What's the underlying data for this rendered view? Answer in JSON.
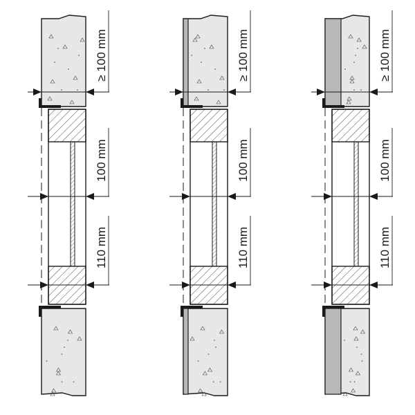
{
  "diagram": {
    "columns": [
      {
        "name": "concrete-wall",
        "labels": {
          "top": "≥ 100 mm",
          "middle": "100 mm",
          "bottom": "110 mm"
        }
      },
      {
        "name": "concrete-wall-thin-cladding",
        "labels": {
          "top": "≥ 100 mm",
          "middle": "100 mm",
          "bottom": "110 mm"
        }
      },
      {
        "name": "concrete-wall-thick-cladding",
        "labels": {
          "top": "≥ 100 mm",
          "middle": "100 mm",
          "bottom": "110 mm"
        }
      }
    ],
    "colors": {
      "concrete": "#e6e7e8",
      "cladding": "#b7b8ba",
      "line": "#1a1a1a"
    }
  }
}
